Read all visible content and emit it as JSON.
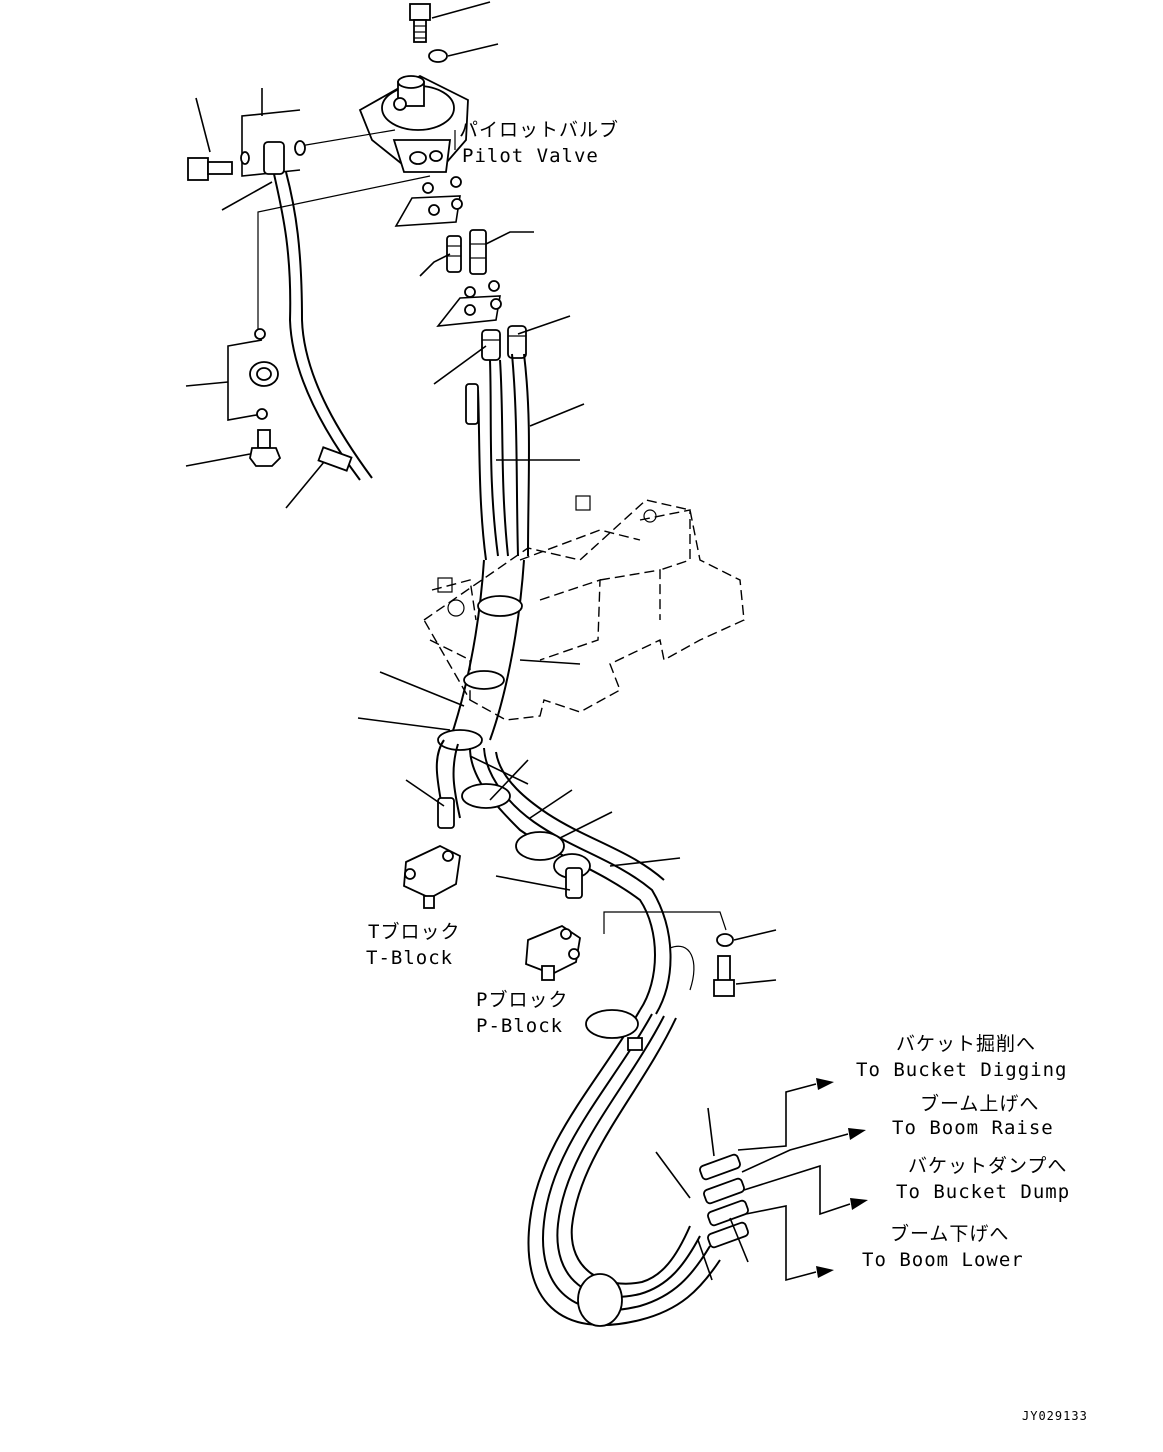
{
  "labels": {
    "pilot_valve_jp": "パイロットバルブ",
    "pilot_valve_en": "Pilot Valve",
    "t_block_jp": "Tブロック",
    "t_block_en": "T-Block",
    "p_block_jp": "Pブロック",
    "p_block_en": "P-Block",
    "bucket_digging_jp": "バケット掘削へ",
    "bucket_digging_en": "To Bucket Digging",
    "boom_raise_jp": "ブーム上げへ",
    "boom_raise_en": "To Boom Raise",
    "bucket_dump_jp": "バケットダンプへ",
    "bucket_dump_en": "To Bucket Dump",
    "boom_lower_jp": "ブーム下げへ",
    "boom_lower_en": "To Boom Lower"
  },
  "drawing_code": "JY029133"
}
